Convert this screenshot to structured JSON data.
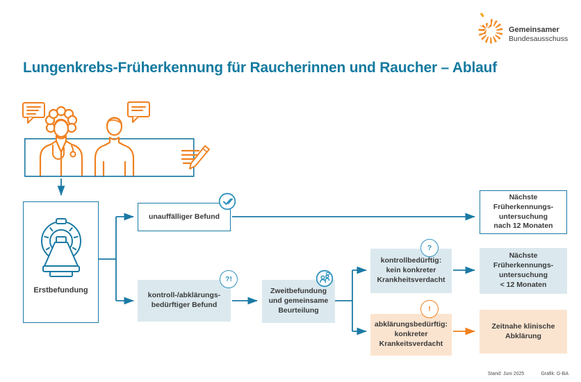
{
  "header": {
    "logo_line1": "Gemeinsamer",
    "logo_line2": "Bundesausschuss",
    "title": "Lungenkrebs-Früherkennung für Raucherinnen und Raucher – Ablauf"
  },
  "flow": {
    "erstbefundung": "Erstbefundung",
    "unauffaelliger_befund": "unauffälliger Befund",
    "kontroll_befund": "kontroll-/abklärungs-\nbedürftiger Befund",
    "zweitbefundung": "Zweitbefundung\nund gemeinsame\nBeurteilung",
    "kontrollbeduerftig": "kontrollbedürftig:\nkein konkreter\nKrankheitsverdacht",
    "abklaerungsbeduerftig": "abklärungsbedürftig:\nkonkreter\nKrankeitsverdacht",
    "naechste_nach_12": "Nächste\nFrüherkennungs-\nuntersuchung\nnach 12 Monaten",
    "naechste_unter_12": "Nächste\nFrüherkennungs-\nuntersuchung\n< 12 Monaten",
    "zeitnahe_abklaerung": "Zeitnahe klinische\nAbklärung"
  },
  "badges": {
    "kontroll_befund": "?!",
    "kontrollbeduerftig": "?",
    "abklaerungsbeduerftig": "!"
  },
  "footer": {
    "stand": "Stand: Juni 2025",
    "credit": "Grafik: G-BA"
  },
  "colors": {
    "teal": "#1b7aa4",
    "teal_light": "#2f93be",
    "orange": "#f0801f",
    "light_blue": "#dbe9ef",
    "light_orange": "#fbe4cf",
    "title_teal": "#147aa0"
  }
}
